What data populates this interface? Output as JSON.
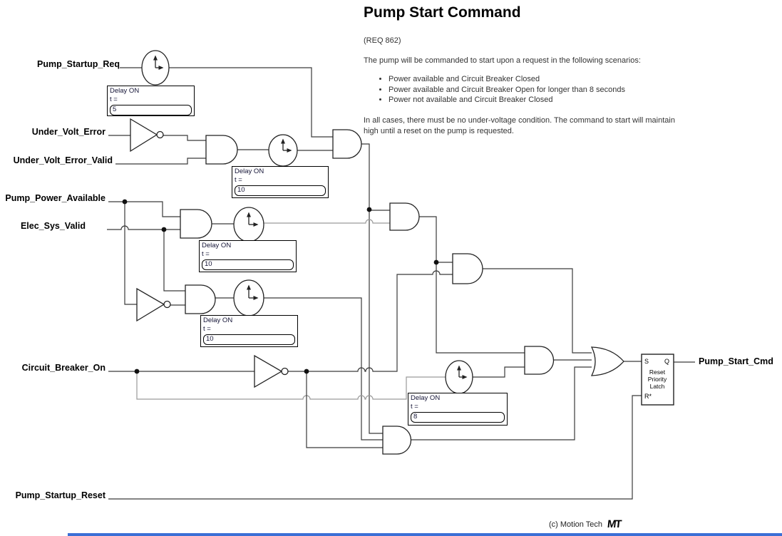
{
  "header": {
    "title": "Pump Start Command",
    "req": "(REQ 862)",
    "intro": "The pump will be commanded to start upon a request in the following scenarios:",
    "bullets": [
      "Power available and Circuit Breaker Closed",
      "Power available and Circuit Breaker Open for longer than 8 seconds",
      "Power not available and Circuit Breaker Closed"
    ],
    "note_lines": [
      "In all cases, there must be no under-voltage condition.  The command to start will maintain",
      "high until a reset on the pump is requested."
    ]
  },
  "signals": {
    "pump_startup_req": "Pump_Startup_Req",
    "under_volt_error": "Under_Volt_Error",
    "under_volt_error_valid": "Under_Volt_Error_Valid",
    "pump_power_available": "Pump_Power_Available",
    "elec_sys_valid": "Elec_Sys_Valid",
    "circuit_breaker_on": "Circuit_Breaker_On",
    "pump_startup_reset": "Pump_Startup_Reset",
    "pump_start_cmd": "Pump_Start_Cmd"
  },
  "timers": {
    "title": "Delay ON",
    "t_label": "t =",
    "values": [
      "5",
      "10",
      "10",
      "10",
      "8"
    ]
  },
  "latch": {
    "s": "S",
    "q": "Q",
    "r": "R*",
    "name_lines": [
      "Reset",
      "Priority",
      "Latch"
    ]
  },
  "footer": {
    "copyright": "(c) Motion Tech",
    "logo": "MT"
  },
  "colors": {
    "wire": "#3a3a3a",
    "wire_gray": "#9a9a9a",
    "bottom_bar": "#3b6fd6"
  }
}
